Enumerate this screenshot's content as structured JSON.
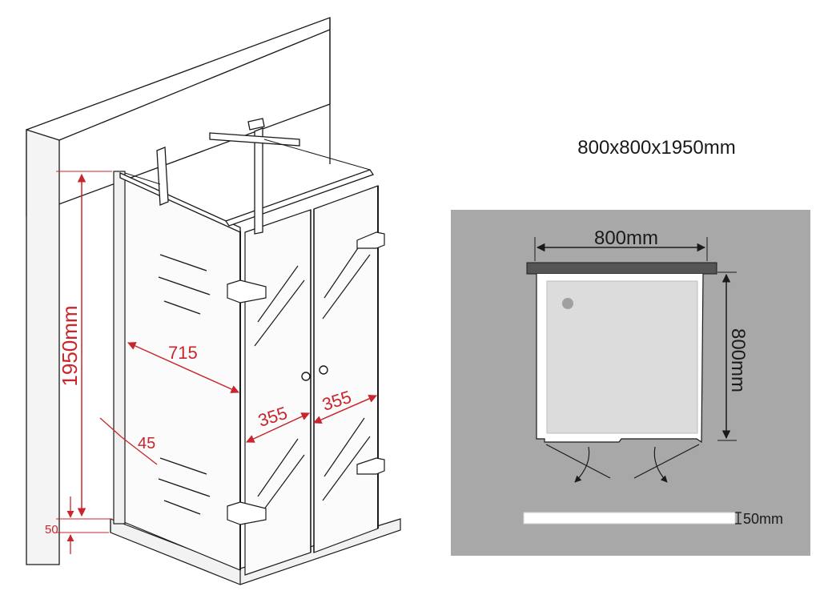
{
  "diagram": {
    "dimensions_title": "800x800x1950mm",
    "perspective": {
      "height_label": "1950mm",
      "side_panel_label": "715",
      "door_left_label": "355",
      "door_right_label": "355",
      "offset_label": "45",
      "tray_label": "50"
    },
    "plan": {
      "width_label": "800mm",
      "depth_label": "800mm",
      "tray_label": "50mm"
    }
  },
  "colors": {
    "dimension_red": "#c8262c",
    "plan_background": "#a8a8a8",
    "wall_bar": "#555555",
    "line": "#1a1a1a"
  }
}
